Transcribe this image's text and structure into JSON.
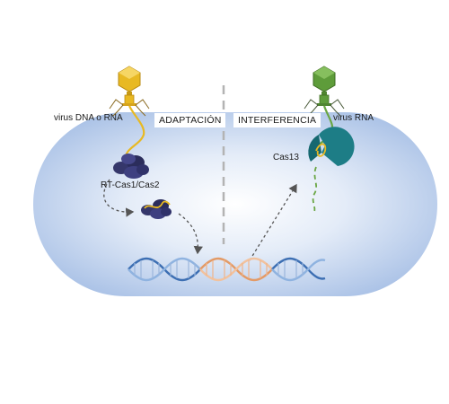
{
  "labels": {
    "virus_left": "virus DNA o RNA",
    "virus_right": "virus RNA",
    "adaptation": "ADAPTACIÓN",
    "interference": "INTERFERENCIA",
    "complex": "RT-Cas1/Cas2",
    "effector": "Cas13"
  },
  "colors": {
    "cell_fill": "#c9d9f1",
    "cell_edge": "#a9c1e6",
    "phage_left": "#e8b923",
    "phage_right": "#5e9c3a",
    "cas_complex": "#35376b",
    "cas13": "#1d7d86",
    "dna_strand": "#3d6fb3",
    "dna_spacer": "#e39a66",
    "divider": "#b3b3b3"
  },
  "icons": [
    "phage-icon",
    "cas-complex-icon",
    "cas13-icon",
    "dna-helix-icon",
    "dashed-arrow-icon"
  ]
}
